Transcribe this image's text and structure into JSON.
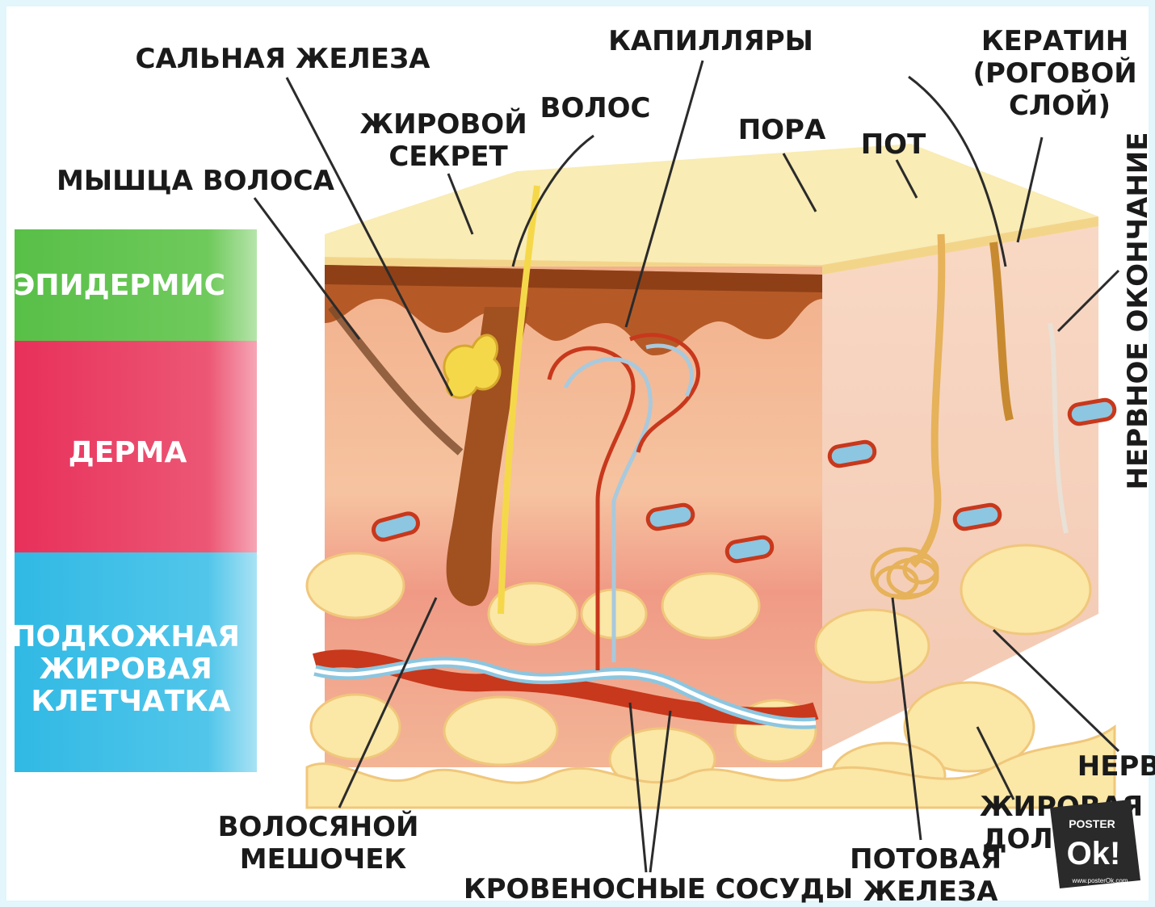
{
  "layers": [
    {
      "label": "ЭПИДЕРМИС",
      "color": "#5cc24c"
    },
    {
      "label": "ДЕРМА",
      "color": "#e8375f"
    },
    {
      "label": "ПОДКОЖНАЯ\nЖИРОВАЯ\nКЛЕТЧАТКА",
      "color": "#35bde6"
    }
  ],
  "labels": {
    "sebaceous_gland": "САЛЬНАЯ ЖЕЛЕЗА",
    "hair_muscle": "МЫШЦА ВОЛОСА",
    "fat_secretion": "ЖИРОВОЙ\nСЕКРЕТ",
    "hair": "ВОЛОС",
    "capillaries": "КАПИЛЛЯРЫ",
    "pore": "ПОРА",
    "sweat": "ПОТ",
    "keratin": "КЕРАТИН\n(РОГОВОЙ\nСЛОЙ)",
    "nerve_ending": "НЕРВНОЕ ОКОНЧАНИЕ",
    "nerve": "НЕРВ",
    "fat_lobule": "ЖИРОВАЯ\nДОЛЬКА",
    "sweat_gland": "ПОТОВАЯ\nЖЕЛЕЗА",
    "blood_vessels": "КРОВЕНОСНЫЕ СОСУДЫ",
    "hair_follicle": "ВОЛОСЯНОЙ\nМЕШОЧЕК"
  },
  "watermark": {
    "top": "POSTER",
    "main": "Ok!",
    "url": "www.posterOk.com"
  },
  "colors": {
    "epidermis": "#5cc24c",
    "dermis": "#e8375f",
    "subcutaneous": "#35bde6",
    "skin_surface": "#f9ecb4",
    "fat": "#fbe7a6",
    "dermis_tissue": "#f3b58d"
  }
}
